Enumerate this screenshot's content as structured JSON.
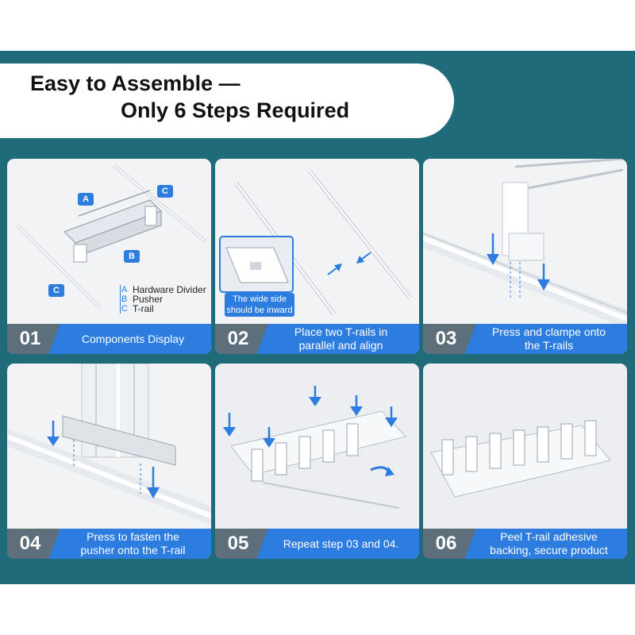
{
  "header": {
    "line1": "Easy to Assemble —",
    "line2": "Only 6 Steps Required"
  },
  "colors": {
    "band": "#1f6b7a",
    "accent": "#2d7ce0",
    "number_box": "#5d6f7b"
  },
  "components": {
    "labels": [
      "A",
      "B",
      "C",
      "C"
    ],
    "legend": [
      {
        "key": "A",
        "text": "Hardware Divider"
      },
      {
        "key": "B",
        "text": "Pusher"
      },
      {
        "key": "C",
        "text": "T-rail"
      }
    ]
  },
  "note": {
    "line1": "The wide side",
    "line2": "should be inward"
  },
  "steps": [
    {
      "number": "01",
      "lines": [
        "Components Display"
      ]
    },
    {
      "number": "02",
      "lines": [
        "Place two T-rails in",
        "parallel and align"
      ]
    },
    {
      "number": "03",
      "lines": [
        "Press and clampe onto",
        "the T-rails"
      ]
    },
    {
      "number": "04",
      "lines": [
        "Press to fasten the",
        "pusher onto the T-rail"
      ]
    },
    {
      "number": "05",
      "lines": [
        "Repeat step 03 and 04."
      ]
    },
    {
      "number": "06",
      "lines": [
        "Peel T-rail adhesive",
        "backing, secure product"
      ]
    }
  ]
}
